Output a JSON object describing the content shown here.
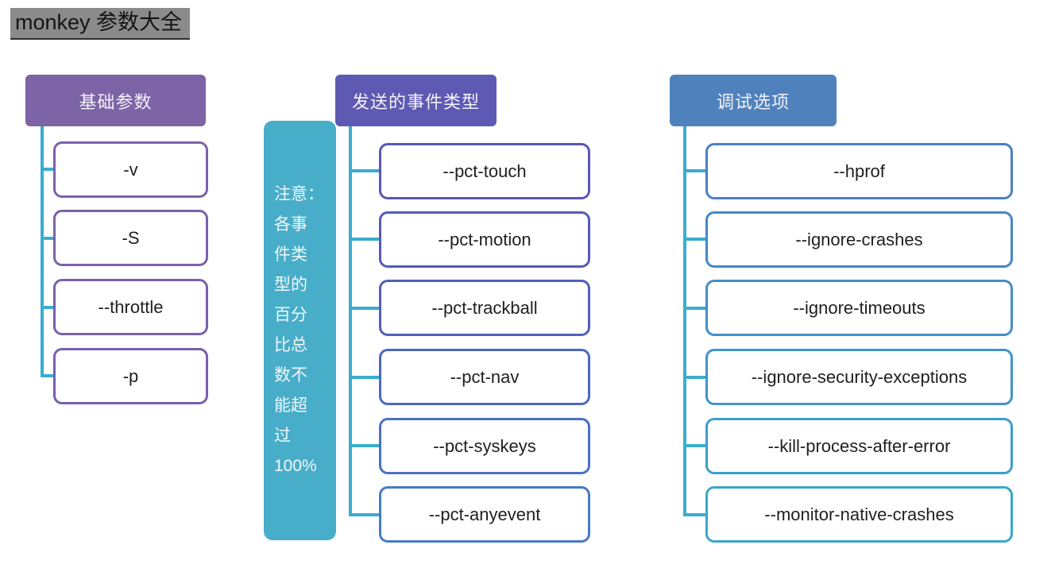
{
  "title": "monkey 参数大全",
  "colors": {
    "title_bg": "#8b8b8b",
    "title_text": "#141414",
    "connector": "#3aadce",
    "item_bg": "#ffffff",
    "item_text": "#1f1f1f",
    "header_text": "#f4f2f8",
    "note_bg": "#48adc9",
    "note_text": "#eff7fa",
    "headers": [
      "#7c64a6",
      "#5e59b2",
      "#4f81bd"
    ],
    "item_borders": [
      [
        "#7c62a8",
        "#7a62a9",
        "#7861ab",
        "#7660ad"
      ],
      [
        "#5b55b6",
        "#5659b9",
        "#515fbd",
        "#4d68c1",
        "#4a71c4",
        "#477ac7"
      ],
      [
        "#4a80c6",
        "#4687c8",
        "#438ec9",
        "#4095ca",
        "#3d9ecb",
        "#3aa6cc"
      ]
    ]
  },
  "columns": [
    {
      "header": "基础参数",
      "items": [
        "-v",
        "-S",
        "--throttle",
        "-p"
      ]
    },
    {
      "header": "发送的事件类型",
      "note": "注意：\n各事\n件类\n型的\n百分\n比总\n数不\n能超\n过\n100%",
      "items": [
        "--pct-touch",
        "--pct-motion",
        "--pct-trackball",
        "--pct-nav",
        "--pct-syskeys",
        "--pct-anyevent"
      ]
    },
    {
      "header": "调试选项",
      "items": [
        "--hprof",
        "--ignore-crashes",
        "--ignore-timeouts",
        "--ignore-security-exceptions",
        "--kill-process-after-error",
        "--monitor-native-crashes"
      ]
    }
  ]
}
